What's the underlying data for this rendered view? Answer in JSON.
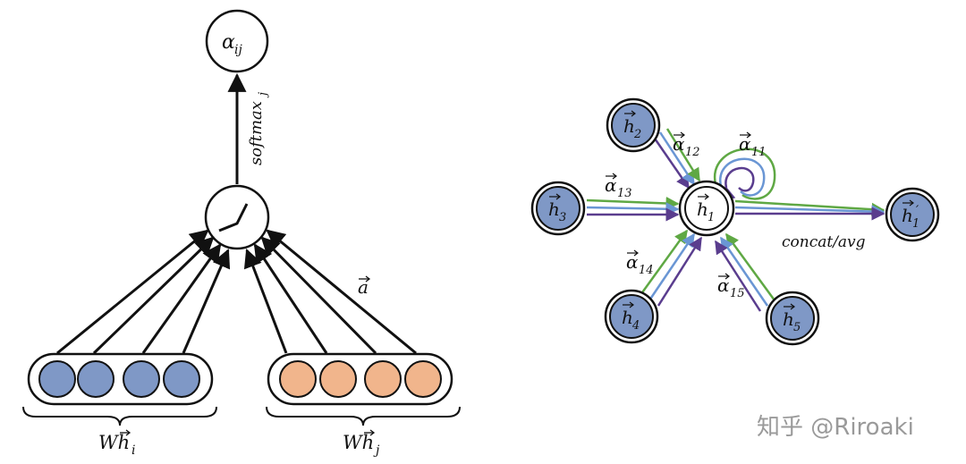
{
  "left_diagram": {
    "output_node_label": "α",
    "output_node_sub": "ij",
    "softmax_label": "softmax",
    "softmax_sub": "j",
    "attention_vector_label": "a",
    "group_left_label": "Wh",
    "group_left_sub": "i",
    "group_right_label": "Wh",
    "group_right_sub": "j",
    "colors": {
      "left_cells": "#7f98c6",
      "right_cells": "#f1b58c",
      "stroke": "#111111"
    }
  },
  "right_diagram": {
    "nodes": [
      {
        "id": "h2",
        "label": "h",
        "sub": "2"
      },
      {
        "id": "h3",
        "label": "h",
        "sub": "3"
      },
      {
        "id": "h1",
        "label": "h",
        "sub": "1"
      },
      {
        "id": "h4",
        "label": "h",
        "sub": "4"
      },
      {
        "id": "h5",
        "label": "h",
        "sub": "5"
      },
      {
        "id": "h1p",
        "label": "h",
        "sub": "1",
        "prime": "′"
      }
    ],
    "edge_labels": [
      {
        "id": "a12",
        "label": "α",
        "sub": "12"
      },
      {
        "id": "a11",
        "label": "α",
        "sub": "11"
      },
      {
        "id": "a13",
        "label": "α",
        "sub": "13"
      },
      {
        "id": "a14",
        "label": "α",
        "sub": "14"
      },
      {
        "id": "a15",
        "label": "α",
        "sub": "15"
      }
    ],
    "aggregate_label": "concat/avg",
    "colors": {
      "node_fill": "#7f98c6",
      "green": "#5fa844",
      "blue": "#6a96d4",
      "purple": "#5a3d8e"
    }
  },
  "watermark": "知乎 @Riroaki"
}
